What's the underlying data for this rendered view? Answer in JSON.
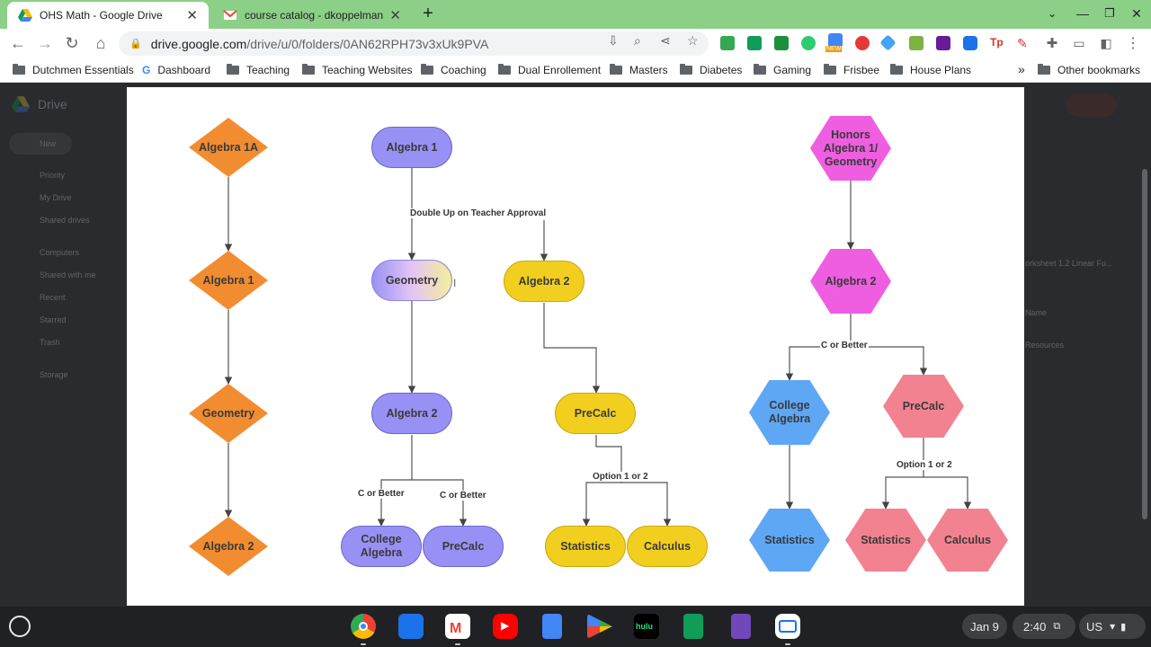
{
  "browser": {
    "tabs": [
      {
        "title": "OHS Math - Google Drive",
        "active": true
      },
      {
        "title": "course catalog - dkoppelmann@",
        "active": false
      }
    ],
    "new_tab_label": "+",
    "url_host": "drive.google.com",
    "url_path": "/drive/u/0/folders/0AN62RPH73v3xUk9PVA",
    "ext_badge": "NEW"
  },
  "bookmarks": {
    "items": [
      "Dutchmen Essentials",
      "Dashboard",
      "Teaching",
      "Teaching Websites",
      "Coaching",
      "Dual Enrollement",
      "Masters",
      "Diabetes",
      "Gaming",
      "Frisbee",
      "House Plans"
    ],
    "overflow": "»",
    "other": "Other bookmarks"
  },
  "drive": {
    "app_name": "Drive",
    "new_label": "New",
    "nav": [
      "Priority",
      "My Drive",
      "Shared drives",
      "Computers",
      "Shared with me",
      "Recent",
      "Starred",
      "Trash",
      "Storage"
    ],
    "file_name": "orksheet 1.2 Linear Fu...",
    "name_col": "Name",
    "resources": "Resources"
  },
  "diagram": {
    "col1": [
      "Algebra 1A",
      "Algebra 1",
      "Geometry",
      "Algebra 2"
    ],
    "col2": {
      "algebra1": "Algebra 1",
      "geometry": "Geometry",
      "algebra2": "Algebra 2",
      "college_algebra": "College Algebra",
      "precalc": "PreCalc"
    },
    "col3": {
      "algebra2": "Algebra 2",
      "precalc": "PreCalc",
      "statistics": "Statistics",
      "calculus": "Calculus"
    },
    "col4": {
      "honors": "Honors Algebra 1/ Geometry",
      "algebra2": "Algebra 2",
      "college_algebra": "College Algebra",
      "precalc": "PreCalc",
      "statistics_left": "Statistics",
      "statistics_right": "Statistics",
      "calculus": "Calculus"
    },
    "labels": {
      "double_up": "Double Up on Teacher Approval",
      "c_or_better_1": "C or Better",
      "c_or_better_2": "C or Better",
      "c_or_better_3": "C or Better",
      "option_1": "Option 1 or 2",
      "option_2": "Option 1 or 2"
    },
    "colors": {
      "orange": "#f28c30",
      "purple": "#9891f5",
      "yellow": "#f2cf1e",
      "pink": "#ef5ee0",
      "blue": "#5ea7f5",
      "red": "#f2828f"
    }
  },
  "taskbar": {
    "apps": [
      "chrome-icon",
      "files-icon",
      "gmail-icon",
      "youtube-icon",
      "docs-icon",
      "play-store-icon",
      "hulu-icon",
      "sheets-icon",
      "forms-icon",
      "screen-capture-icon"
    ],
    "hulu": "hulu",
    "date": "Jan 9",
    "time": "2:40",
    "locale": "US"
  }
}
